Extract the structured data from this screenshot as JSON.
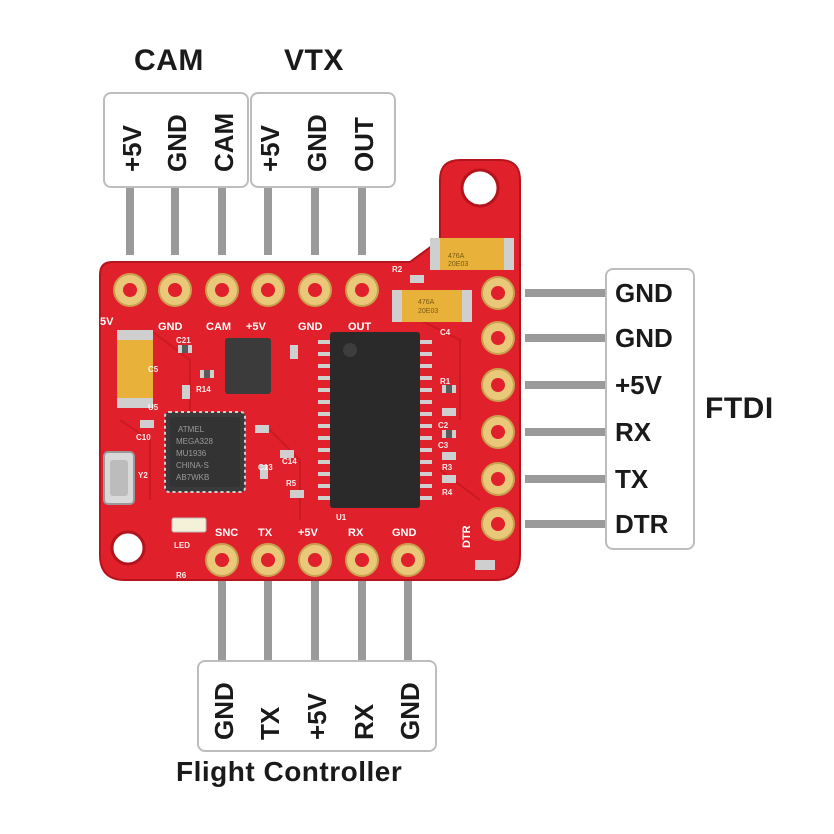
{
  "groups": {
    "cam": {
      "title": "CAM",
      "pins": [
        "+5V",
        "GND",
        "CAM"
      ]
    },
    "vtx": {
      "title": "VTX",
      "pins": [
        "+5V",
        "GND",
        "OUT"
      ]
    },
    "ftdi": {
      "title": "FTDI",
      "pins": [
        "GND",
        "GND",
        "+5V",
        "RX",
        "TX",
        "DTR"
      ]
    },
    "fc": {
      "title": "Flight Controller",
      "pins": [
        "GND",
        "TX",
        "+5V",
        "RX",
        "GND"
      ]
    }
  },
  "silkscreen": {
    "top": [
      "5V",
      "GND",
      "CAM",
      "+5V",
      "GND",
      "OUT"
    ],
    "bottom": [
      "SNC",
      "TX",
      "+5V",
      "RX",
      "GND"
    ],
    "side": [
      "DTR"
    ],
    "refs": [
      "C5",
      "U5",
      "C21",
      "R14",
      "C10",
      "Y2",
      "C13",
      "C14",
      "R5",
      "U1",
      "R1",
      "C2",
      "C3",
      "C4",
      "R2",
      "R3",
      "R4",
      "LED",
      "R6"
    ],
    "chip_mcu": [
      "ATMEL",
      "MEGA328",
      "MU1936",
      "CHINA-S",
      "AB7WKB"
    ],
    "cap_marks": [
      "476A",
      "20E03"
    ]
  },
  "colors": {
    "pcb": "#e0202a",
    "pcb_dark": "#b5141c",
    "pad_gold": "#e9c87a",
    "wire": "#9a9a9a",
    "cap": "#e8b23a"
  }
}
